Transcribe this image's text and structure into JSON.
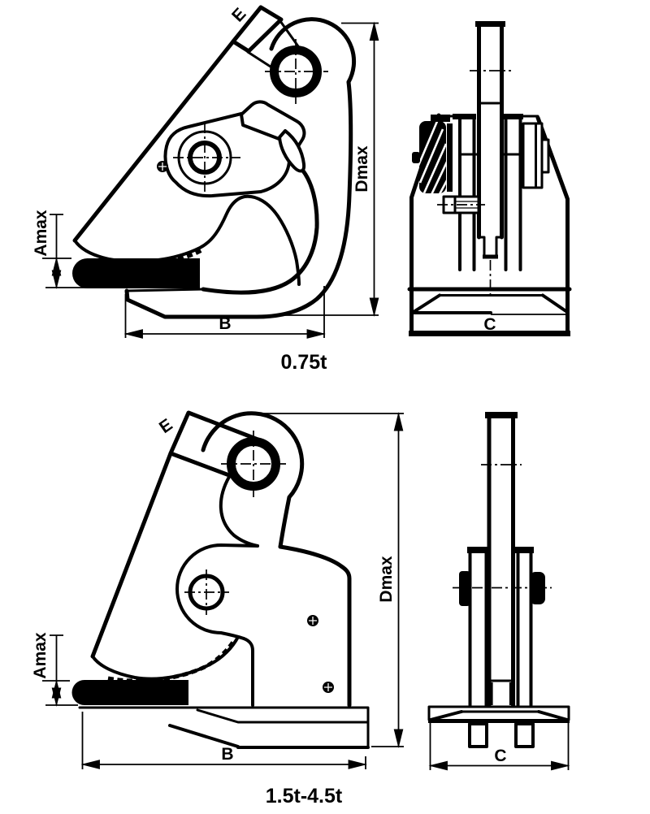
{
  "drawing": {
    "background_color": "#ffffff",
    "line_color": "#000000",
    "dimension_labels": {
      "e": "E",
      "amax": "Amax",
      "b": "B",
      "dmax": "Dmax",
      "c": "C"
    },
    "figures": [
      {
        "capacity": "0.75t"
      },
      {
        "capacity": "1.5t-4.5t"
      }
    ]
  }
}
